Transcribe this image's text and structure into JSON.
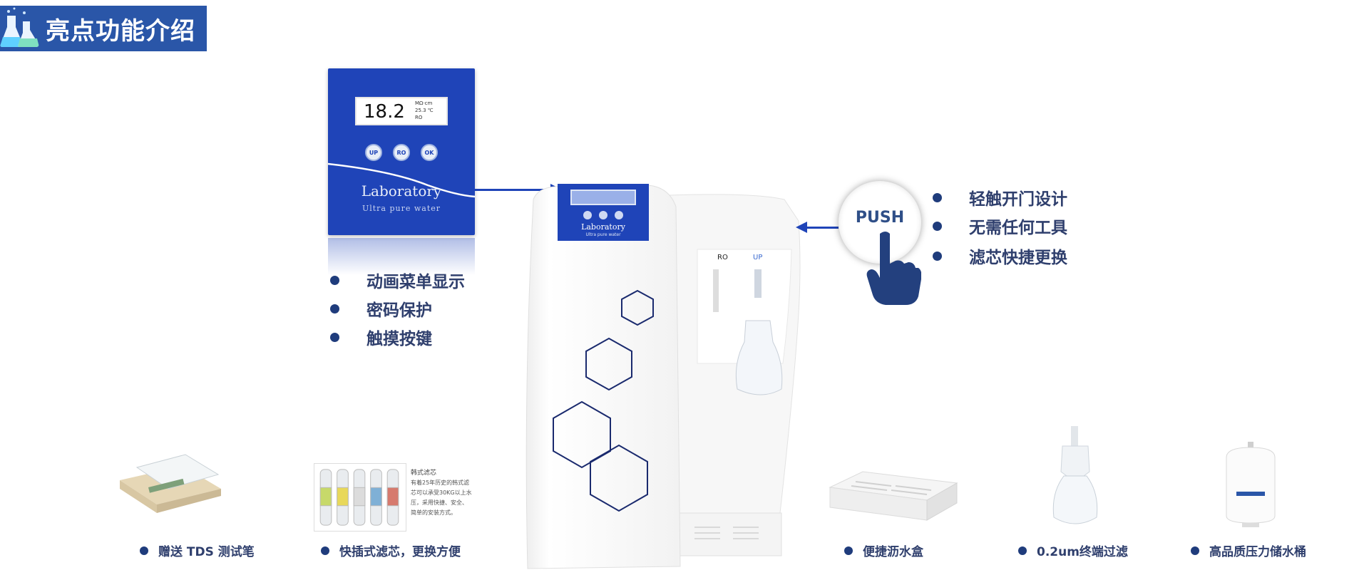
{
  "header": {
    "title": "亮点功能介绍",
    "icon": "flask-icon"
  },
  "panel": {
    "lcd_value": "18.2",
    "lcd_unit": "MΩ·cm",
    "lcd_temp": "25.3 ℃",
    "lcd_mode": "RO",
    "buttons": [
      "UP",
      "RO",
      "OK"
    ],
    "brand": "Laboratory",
    "tagline": "Ultra pure water"
  },
  "features_left": [
    "动画菜单显示",
    "密码保护",
    "触摸按键"
  ],
  "machine": {
    "outlet_ro": "RO",
    "outlet_up": "UP",
    "brand": "Laboratory",
    "tagline": "Ultra pure water"
  },
  "push": {
    "label": "PUSH"
  },
  "features_right": [
    "轻触开门设计",
    "无需任何工具",
    "滤芯快捷更换"
  ],
  "filter_card": {
    "title": "韩式滤芯",
    "lines": [
      "有着25年历史的韩式滤",
      "芯可以承受30KG以上水",
      "压，采用快捷、安全、",
      "简单的安装方式。"
    ]
  },
  "accessories": [
    {
      "label": "赠送 TDS 测试笔"
    },
    {
      "label": "快插式滤芯，更换方便"
    },
    {
      "label": "便捷沥水盒"
    },
    {
      "label": "0.2um终端过滤"
    },
    {
      "label": "高品质压力储水桶"
    }
  ],
  "colors": {
    "brand_blue": "#1f44b8",
    "banner_blue": "#2a56a8",
    "text": "#2f3f6d"
  }
}
